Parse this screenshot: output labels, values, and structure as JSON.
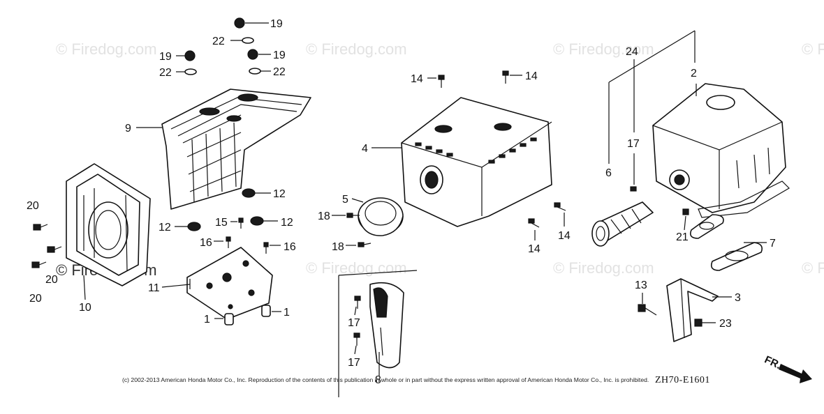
{
  "watermark": "© Firedog.com",
  "copyright": "(c) 2002-2013 American Honda Motor Co., Inc. Reproduction of the contents of this publication in whole or in part without the express written approval of American Honda Motor Co., Inc. is prohibited.",
  "diagram_code": "ZH70-E1601",
  "direction_label": "FR.",
  "callouts": {
    "c1a": "1",
    "c1b": "1",
    "c2": "2",
    "c3": "3",
    "c4": "4",
    "c5": "5",
    "c6": "6",
    "c7": "7",
    "c8": "8",
    "c9": "9",
    "c10": "10",
    "c11": "11",
    "c12a": "12",
    "c12b": "12",
    "c12c": "12",
    "c13": "13",
    "c14a": "14",
    "c14b": "14",
    "c14c": "14",
    "c14d": "14",
    "c15": "15",
    "c16a": "16",
    "c16b": "16",
    "c17a": "17",
    "c17b": "17",
    "c17c": "17",
    "c18a": "18",
    "c18b": "18",
    "c19a": "19",
    "c19b": "19",
    "c19c": "19",
    "c20a": "20",
    "c20b": "20",
    "c20c": "20",
    "c21": "21",
    "c22a": "22",
    "c22b": "22",
    "c22c": "22",
    "c23": "23",
    "c24": "24"
  }
}
